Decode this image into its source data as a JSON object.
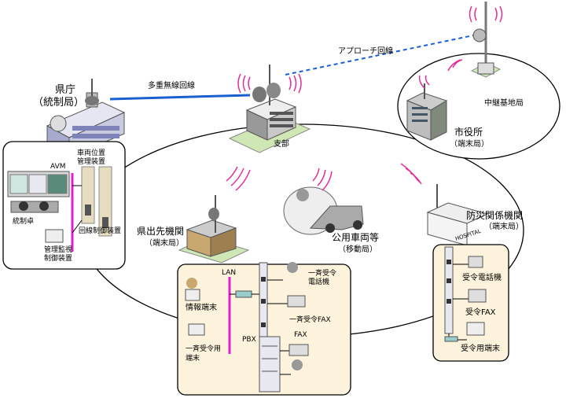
{
  "labels": {
    "pref_office": "県庁",
    "pref_office_sub": "（統制局）",
    "multiplex_line": "多重無線回線",
    "approach_line": "アプローチ回線",
    "branch": "支部",
    "relay_station": "中継基地局",
    "city_hall": "市役所",
    "city_hall_sub": "（端末局）",
    "avm": "AVM",
    "vehicle_position": "車両位置",
    "vehicle_position2": "管理装置",
    "control_desk": "統制卓",
    "line_control": "回線制御装置",
    "mgmt_monitor": "管理監視",
    "mgmt_monitor2": "制御装置",
    "pref_branch": "県出先機関",
    "pref_branch_sub": "（端末局）",
    "public_vehicle": "公用車両等",
    "public_vehicle_sub": "（移動局）",
    "disaster_org": "防災関係機関",
    "disaster_org_sub": "（端末局）",
    "lan": "LAN",
    "info_terminal": "情報端末",
    "broadcast_terminal": "一斉受令用",
    "broadcast_terminal2": "端末",
    "broadcast_phone": "一斉受令",
    "broadcast_phone2": "電話機",
    "broadcast_fax": "一斉受令FAX",
    "pbx": "PBX",
    "fax": "FAX",
    "recv_phone": "受令電話機",
    "recv_fax": "受令FAX",
    "recv_terminal": "受令用端末",
    "hospital_sign": "HOSPITAL"
  },
  "colors": {
    "link_line": "#1a5fd0",
    "lan_line": "#e020d0",
    "panel_fill": "#fdf3dc",
    "radio_wave": "#e0309a"
  }
}
